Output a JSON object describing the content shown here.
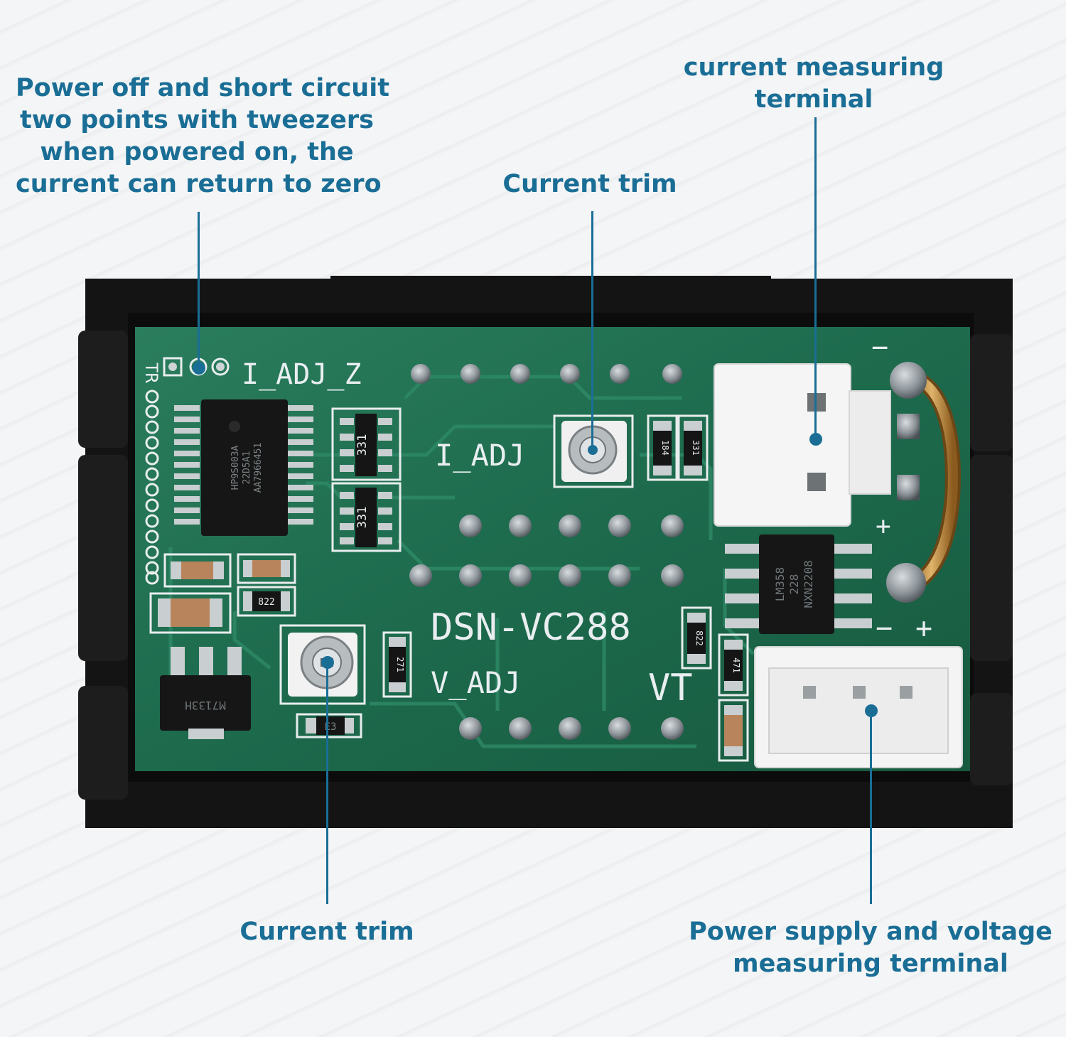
{
  "callouts": {
    "zero_reset": {
      "lines": [
        "Power off and short circuit",
        "two points with tweezers",
        "when powered on, the",
        "current can return to zero"
      ]
    },
    "current_trim_top": {
      "lines": [
        "Current trim"
      ]
    },
    "current_terminal": {
      "lines": [
        "current measuring",
        "terminal"
      ]
    },
    "current_trim_bottom": {
      "lines": [
        "Current trim"
      ]
    },
    "power_terminal": {
      "lines": [
        "Power supply and voltage",
        "measuring terminal"
      ]
    }
  },
  "board": {
    "model": "DSN-VC288",
    "label_i_adj_z": "I_ADJ_Z",
    "label_i_adj": "I_ADJ",
    "label_v_adj": "V_ADJ",
    "label_vt": "VT",
    "label_tr": "TR",
    "resistor_331_a": "331",
    "resistor_331_b": "331",
    "resistor_822_a": "822",
    "resistor_822_b": "822",
    "resistor_184": "184",
    "resistor_331_c": "331",
    "resistor_271": "271",
    "resistor_471": "471",
    "chip_opamp_line1": "LM358",
    "chip_opamp_line2": "228",
    "chip_opamp_line3": "NXN2208",
    "chip_mcu_line1": "HP9S003A",
    "chip_mcu_line2": "22D5A1",
    "chip_mcu_line3": "AA7966451",
    "regulator": "M7133H",
    "diode": "E3",
    "pad_minus_top": "−",
    "pad_plus_mid": "+",
    "pad_minus_bottom": "−",
    "pad_plus_bottom": "+"
  },
  "colors": {
    "accent": "#1a6e96",
    "pcb": "#1f6b4f",
    "case": "#151515"
  }
}
